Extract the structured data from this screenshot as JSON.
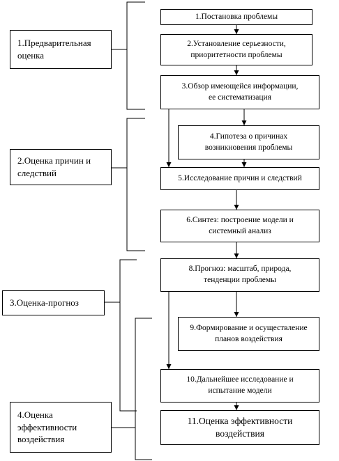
{
  "stages": [
    {
      "id": "stage-1",
      "label": "1.Предварительная\nоценка"
    },
    {
      "id": "stage-2",
      "label": "2.Оценка  причин  и\nследствий"
    },
    {
      "id": "stage-3",
      "label": "3.Оценка-прогноз"
    },
    {
      "id": "stage-4",
      "label": "4.Оценка\nэффективности\nвоздействия"
    }
  ],
  "steps": [
    {
      "id": "step-1",
      "label": "1.Постановка проблемы"
    },
    {
      "id": "step-2",
      "label": "2.Установление серьезности,\nприоритетности проблемы"
    },
    {
      "id": "step-3",
      "label": "3.Обзор имеющейся информации,\nее систематизация"
    },
    {
      "id": "step-4",
      "label": "4.Гипотеза о причинах\nвозникновения проблемы"
    },
    {
      "id": "step-5",
      "label": "5.Исследование причин и следствий"
    },
    {
      "id": "step-6",
      "label": "6.Синтез: построение модели и\nсистемный анализ"
    },
    {
      "id": "step-8",
      "label": "8.Прогноз: масштаб, природа,\nтенденции проблемы"
    },
    {
      "id": "step-9",
      "label": "9.Формирование и осуществление\nпланов воздействия"
    },
    {
      "id": "step-10",
      "label": "10.Дальнейшее исследование и\nиспытание модели"
    },
    {
      "id": "step-11",
      "label": "11.Оценка эффективности\nвоздействия"
    }
  ]
}
